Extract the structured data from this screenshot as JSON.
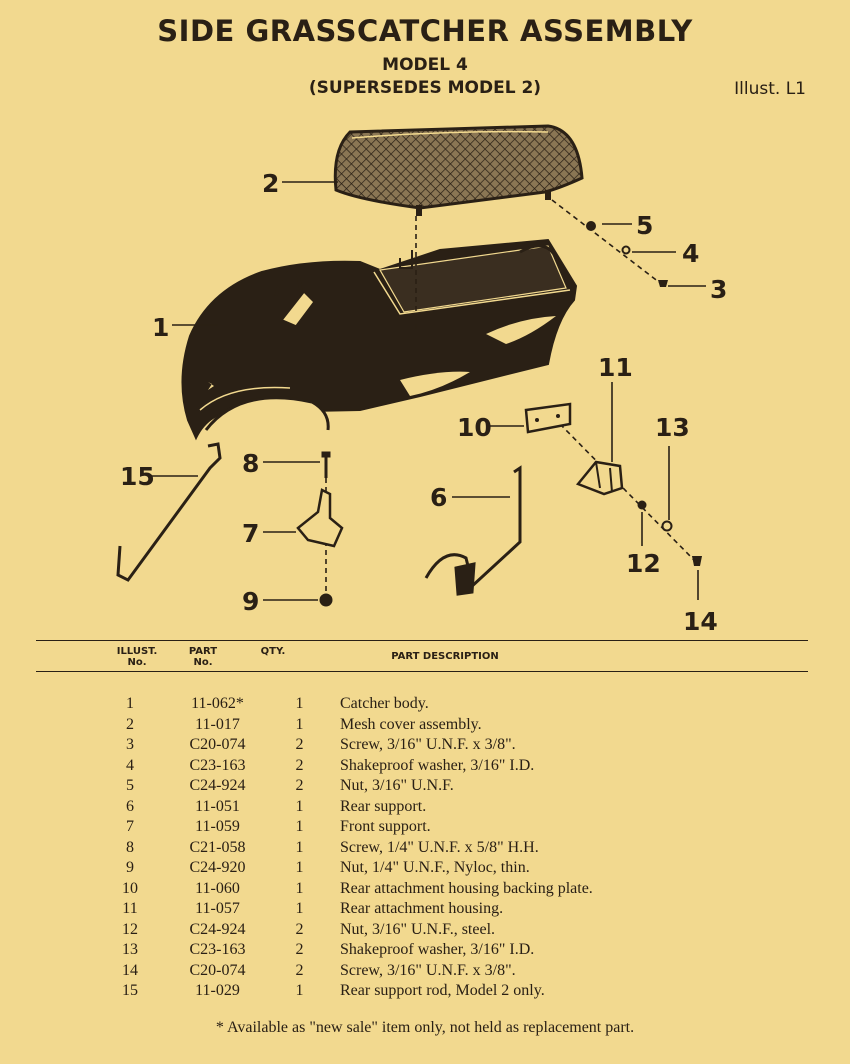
{
  "page": {
    "title": "SIDE GRASSCATCHER ASSEMBLY",
    "model": "MODEL 4",
    "supersedes": "(SUPERSEDES MODEL 2)",
    "illustration_ref": "Illust. L1"
  },
  "callouts": [
    "1",
    "2",
    "3",
    "4",
    "5",
    "6",
    "7",
    "8",
    "9",
    "10",
    "11",
    "12",
    "13",
    "14",
    "15"
  ],
  "table": {
    "headers": {
      "illust_no_line1": "ILLUST.",
      "illust_no_line2": "No.",
      "part_no_line1": "PART",
      "part_no_line2": "No.",
      "qty": "QTY.",
      "description": "PART DESCRIPTION"
    },
    "rows": [
      {
        "no": "1",
        "part": "11-062*",
        "qty": "1",
        "desc": "Catcher body."
      },
      {
        "no": "2",
        "part": "11-017",
        "qty": "1",
        "desc": "Mesh cover assembly."
      },
      {
        "no": "3",
        "part": "C20-074",
        "qty": "2",
        "desc": "Screw, 3/16\" U.N.F. x 3/8\"."
      },
      {
        "no": "4",
        "part": "C23-163",
        "qty": "2",
        "desc": "Shakeproof washer, 3/16\" I.D."
      },
      {
        "no": "5",
        "part": "C24-924",
        "qty": "2",
        "desc": "Nut, 3/16\" U.N.F."
      },
      {
        "no": "6",
        "part": "11-051",
        "qty": "1",
        "desc": "Rear support."
      },
      {
        "no": "7",
        "part": "11-059",
        "qty": "1",
        "desc": "Front support."
      },
      {
        "no": "8",
        "part": "C21-058",
        "qty": "1",
        "desc": "Screw, 1/4\" U.N.F. x 5/8\" H.H."
      },
      {
        "no": "9",
        "part": "C24-920",
        "qty": "1",
        "desc": "Nut, 1/4\" U.N.F., Nyloc, thin."
      },
      {
        "no": "10",
        "part": "11-060",
        "qty": "1",
        "desc": "Rear attachment housing backing plate."
      },
      {
        "no": "11",
        "part": "11-057",
        "qty": "1",
        "desc": "Rear attachment housing."
      },
      {
        "no": "12",
        "part": "C24-924",
        "qty": "2",
        "desc": "Nut, 3/16\" U.N.F., steel."
      },
      {
        "no": "13",
        "part": "C23-163",
        "qty": "2",
        "desc": "Shakeproof washer, 3/16\" I.D."
      },
      {
        "no": "14",
        "part": "C20-074",
        "qty": "2",
        "desc": "Screw, 3/16\" U.N.F. x 3/8\"."
      },
      {
        "no": "15",
        "part": "11-029",
        "qty": "1",
        "desc": "Rear support rod, Model 2 only."
      }
    ]
  },
  "footnote": "* Available as \"new sale\" item only, not held as replacement part."
}
